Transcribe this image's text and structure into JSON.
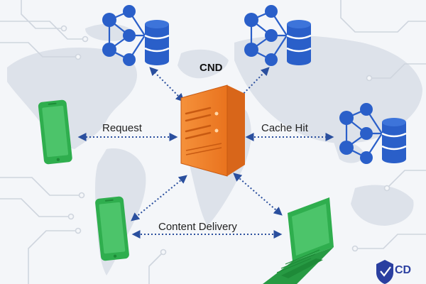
{
  "diagram": {
    "title": "CND",
    "center_node": {
      "name": "server",
      "icon": "server-icon",
      "color": "#f07f2a"
    },
    "edges": [
      {
        "from": "server",
        "to": "phone-left",
        "label": "Request"
      },
      {
        "from": "server",
        "to": "database-cluster-right",
        "label": "Cache Hit"
      },
      {
        "from": "phone-bottom",
        "to": "laptop",
        "label": "Content Delivery"
      },
      {
        "from": "server",
        "to": "database-cluster-top-left",
        "label": ""
      },
      {
        "from": "server",
        "to": "database-cluster-top-right",
        "label": ""
      },
      {
        "from": "server",
        "to": "phone-bottom",
        "label": ""
      },
      {
        "from": "server",
        "to": "laptop",
        "label": ""
      }
    ],
    "nodes": [
      {
        "name": "database-cluster-top-left",
        "icon": "network-database-icon"
      },
      {
        "name": "database-cluster-top-right",
        "icon": "network-database-icon"
      },
      {
        "name": "database-cluster-right",
        "icon": "network-database-icon"
      },
      {
        "name": "phone-left",
        "icon": "smartphone-icon"
      },
      {
        "name": "phone-bottom",
        "icon": "smartphone-icon"
      },
      {
        "name": "laptop",
        "icon": "laptop-icon"
      }
    ],
    "logo": {
      "text": "CD",
      "icon": "shield-logo-icon"
    }
  },
  "colors": {
    "background": "#f4f6f9",
    "map": "#dde2ea",
    "circuit": "#cfd5de",
    "database_blue": "#2a5fc9",
    "server_orange": "#f07f2a",
    "device_green": "#2fae4e",
    "arrow_blue": "#2a4f9e"
  }
}
